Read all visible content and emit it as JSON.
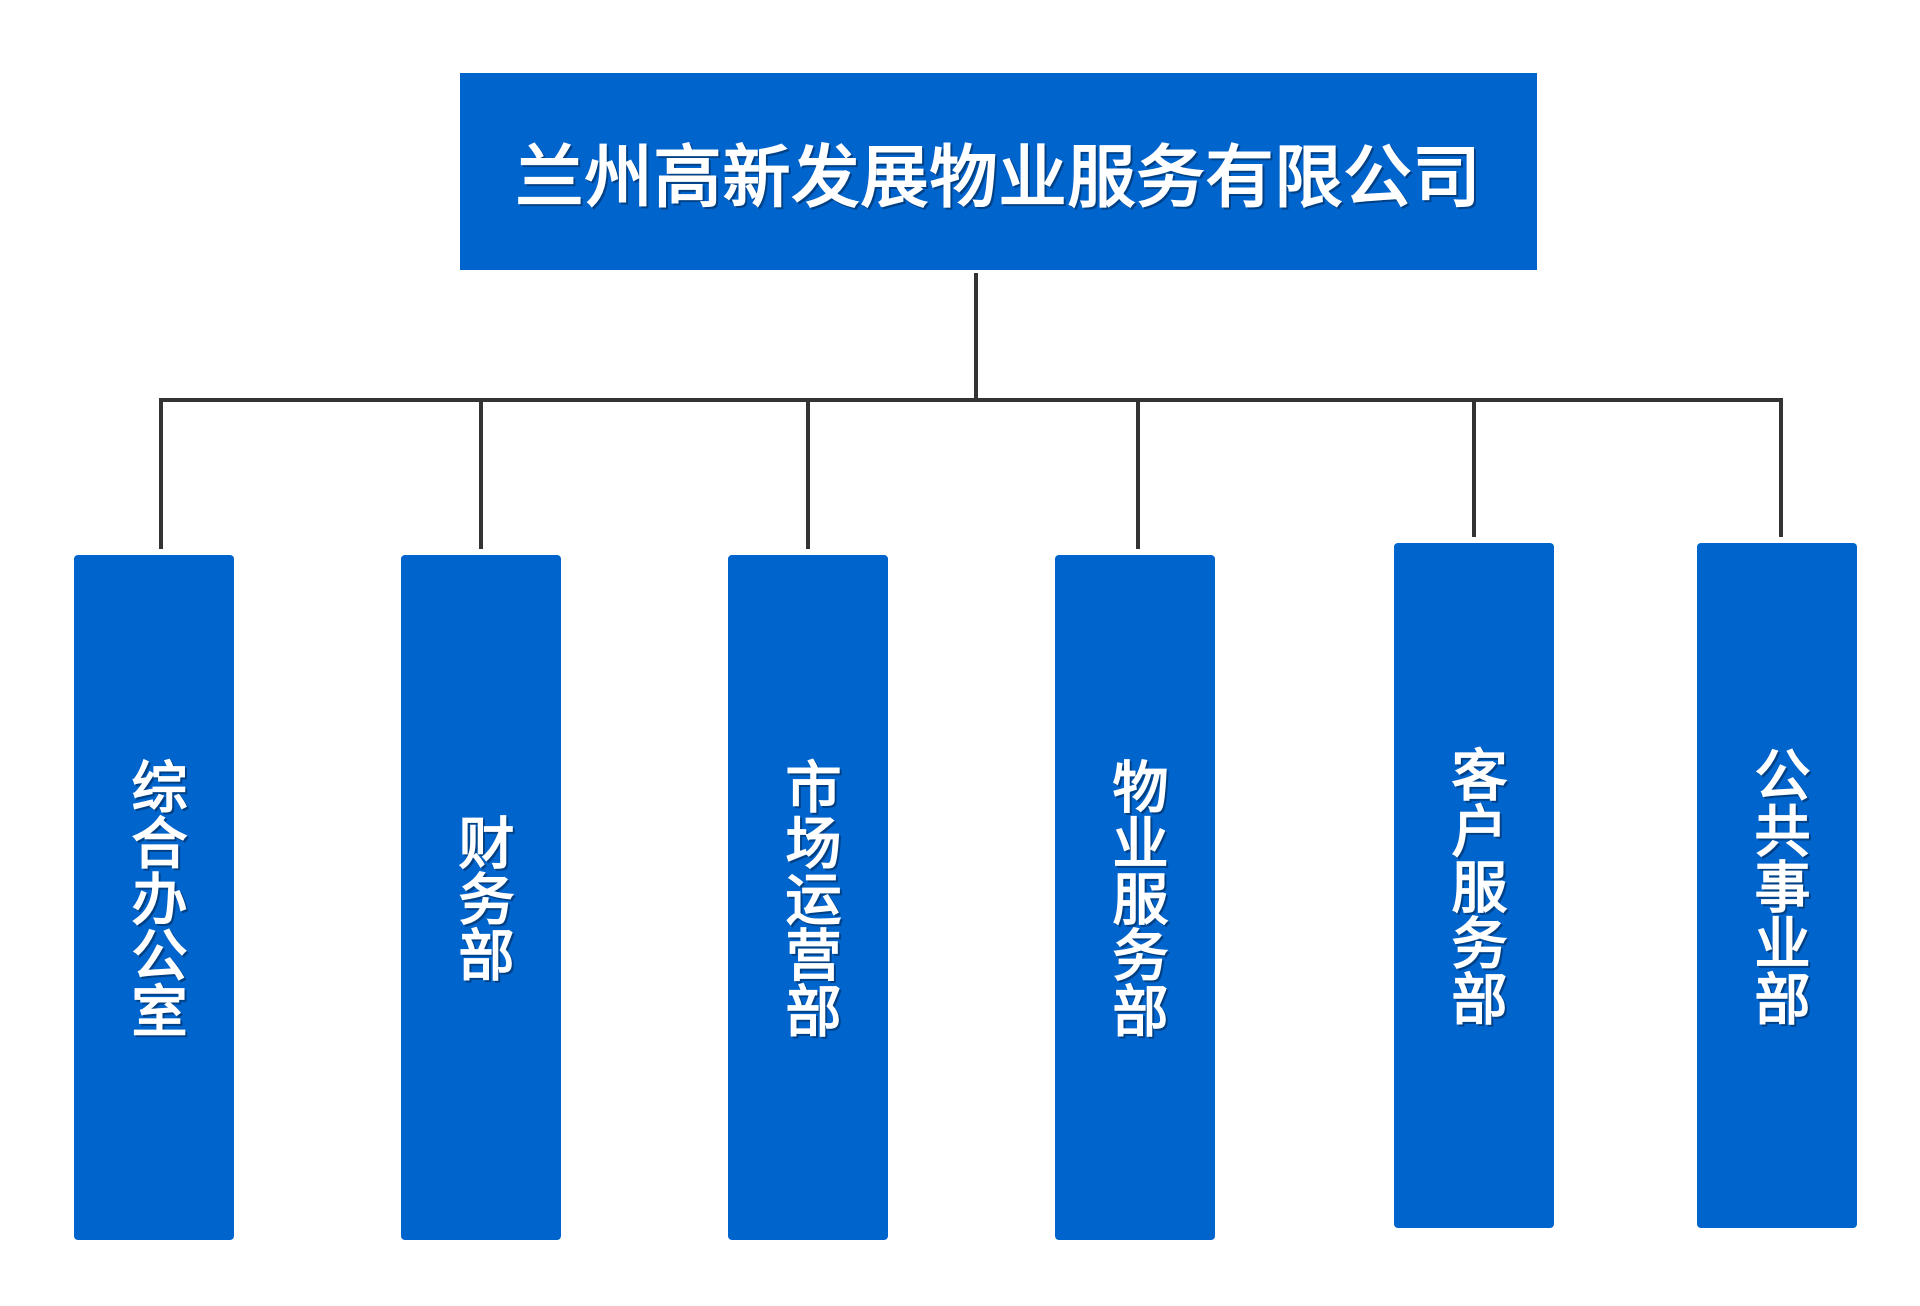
{
  "org_chart": {
    "root": {
      "label": "兰州高新发展物业服务有限公司"
    },
    "departments": [
      {
        "label": "综合办公室"
      },
      {
        "label": "财务部"
      },
      {
        "label": "市场运营部"
      },
      {
        "label": "物业服务部"
      },
      {
        "label": "客户服务部"
      },
      {
        "label": "公共事业部"
      }
    ]
  },
  "colors": {
    "box_fill": "#0064cd",
    "text": "#ffffff",
    "connector": "#333333"
  }
}
